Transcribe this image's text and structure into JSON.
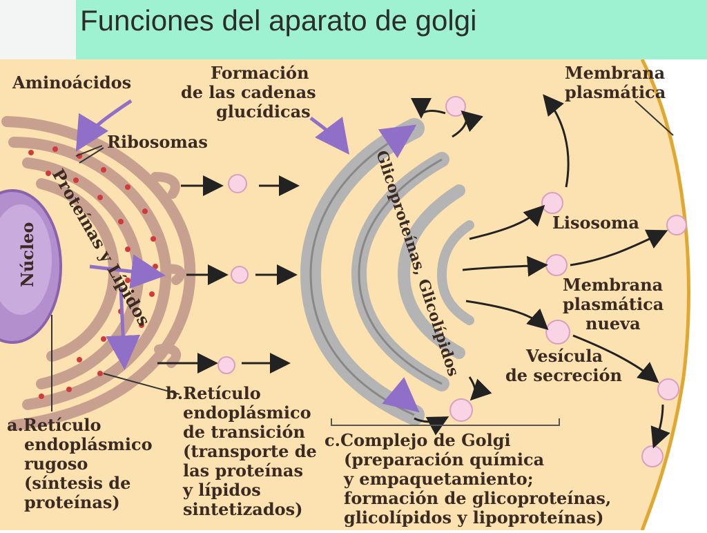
{
  "slide": {
    "title": "Funciones del aparato de golgi"
  },
  "diagram": {
    "labels": {
      "aminoacidos": "Aminoácidos",
      "ribosomas": "Ribosomas",
      "nucleo": "Núcleo",
      "proteinas_lipidos": "Proteínas y Lípidos",
      "formacion": [
        "Formación",
        "de las cadenas",
        "glucídicas"
      ],
      "glico": "Glicoproteínas, Glicolípidos",
      "membrana_plasmatica": [
        "Membrana",
        "plasmática"
      ],
      "lisosoma": "Lisosoma",
      "membrana_nueva": [
        "Membrana",
        "plasmática",
        "nueva"
      ],
      "vesicula": [
        "Vesícula",
        "de secreción"
      ],
      "reticulo_transicion": [
        "b.Retículo",
        "endoplásmico",
        "de transición",
        "(transporte de",
        "las proteínas",
        "y lípidos",
        "sintetizados)"
      ],
      "reticulo_rugoso": [
        "a.Retículo",
        "endoplásmico",
        "rugoso",
        "(síntesis de",
        "proteínas)"
      ],
      "complejo_golgi": [
        "c.Complejo de Golgi",
        "(preparación química",
        "y empaquetamiento;",
        "formación de glicoproteínas,",
        "glicolípidos y lipoproteínas)"
      ]
    },
    "colors": {
      "cytoplasm": "#fce2b0",
      "er": "#c8a090",
      "golgi": "#b4b4b4",
      "nucleus": "#b48fce",
      "vesicle": "#f8d4e4",
      "arrow_purple": "#8f6fc8",
      "membrane": "#e0a830"
    }
  }
}
